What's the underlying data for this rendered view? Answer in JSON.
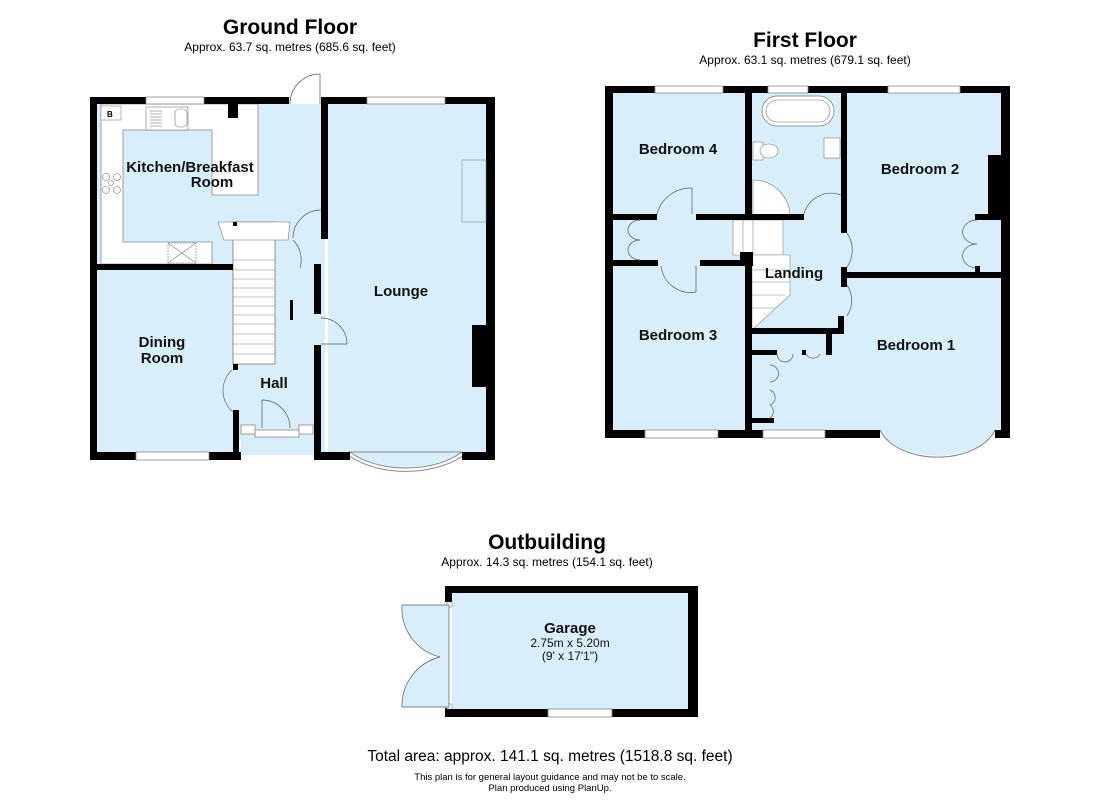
{
  "colors": {
    "floor": "#d8eefb",
    "wall": "#000000",
    "fixture_bg": "#ffffff",
    "line": "#666666"
  },
  "ground_floor": {
    "title": "Ground Floor",
    "area": "Approx. 63.7 sq. metres (685.6 sq. feet)",
    "rooms": {
      "kitchen_line1": "Kitchen/Breakfast",
      "kitchen_line2": "Room",
      "dining_line1": "Dining",
      "dining_line2": "Room",
      "hall": "Hall",
      "lounge": "Lounge"
    },
    "boiler_label": "B"
  },
  "first_floor": {
    "title": "First Floor",
    "area": "Approx. 63.1 sq. metres (679.1 sq. feet)",
    "rooms": {
      "bedroom4": "Bedroom 4",
      "bedroom2": "Bedroom 2",
      "bedroom3": "Bedroom 3",
      "bedroom1": "Bedroom 1",
      "landing": "Landing"
    }
  },
  "outbuilding": {
    "title": "Outbuilding",
    "area": "Approx. 14.3 sq. metres (154.1 sq. feet)",
    "garage": {
      "name": "Garage",
      "metric": "2.75m x 5.20m",
      "imperial": "(9' x 17'1\")"
    }
  },
  "footer": {
    "total": "Total area: approx. 141.1 sq. metres (1518.8 sq. feet)",
    "disclaimer": "This plan is for general layout guidance and may not be to scale.",
    "credit": "Plan produced using PlanUp."
  }
}
